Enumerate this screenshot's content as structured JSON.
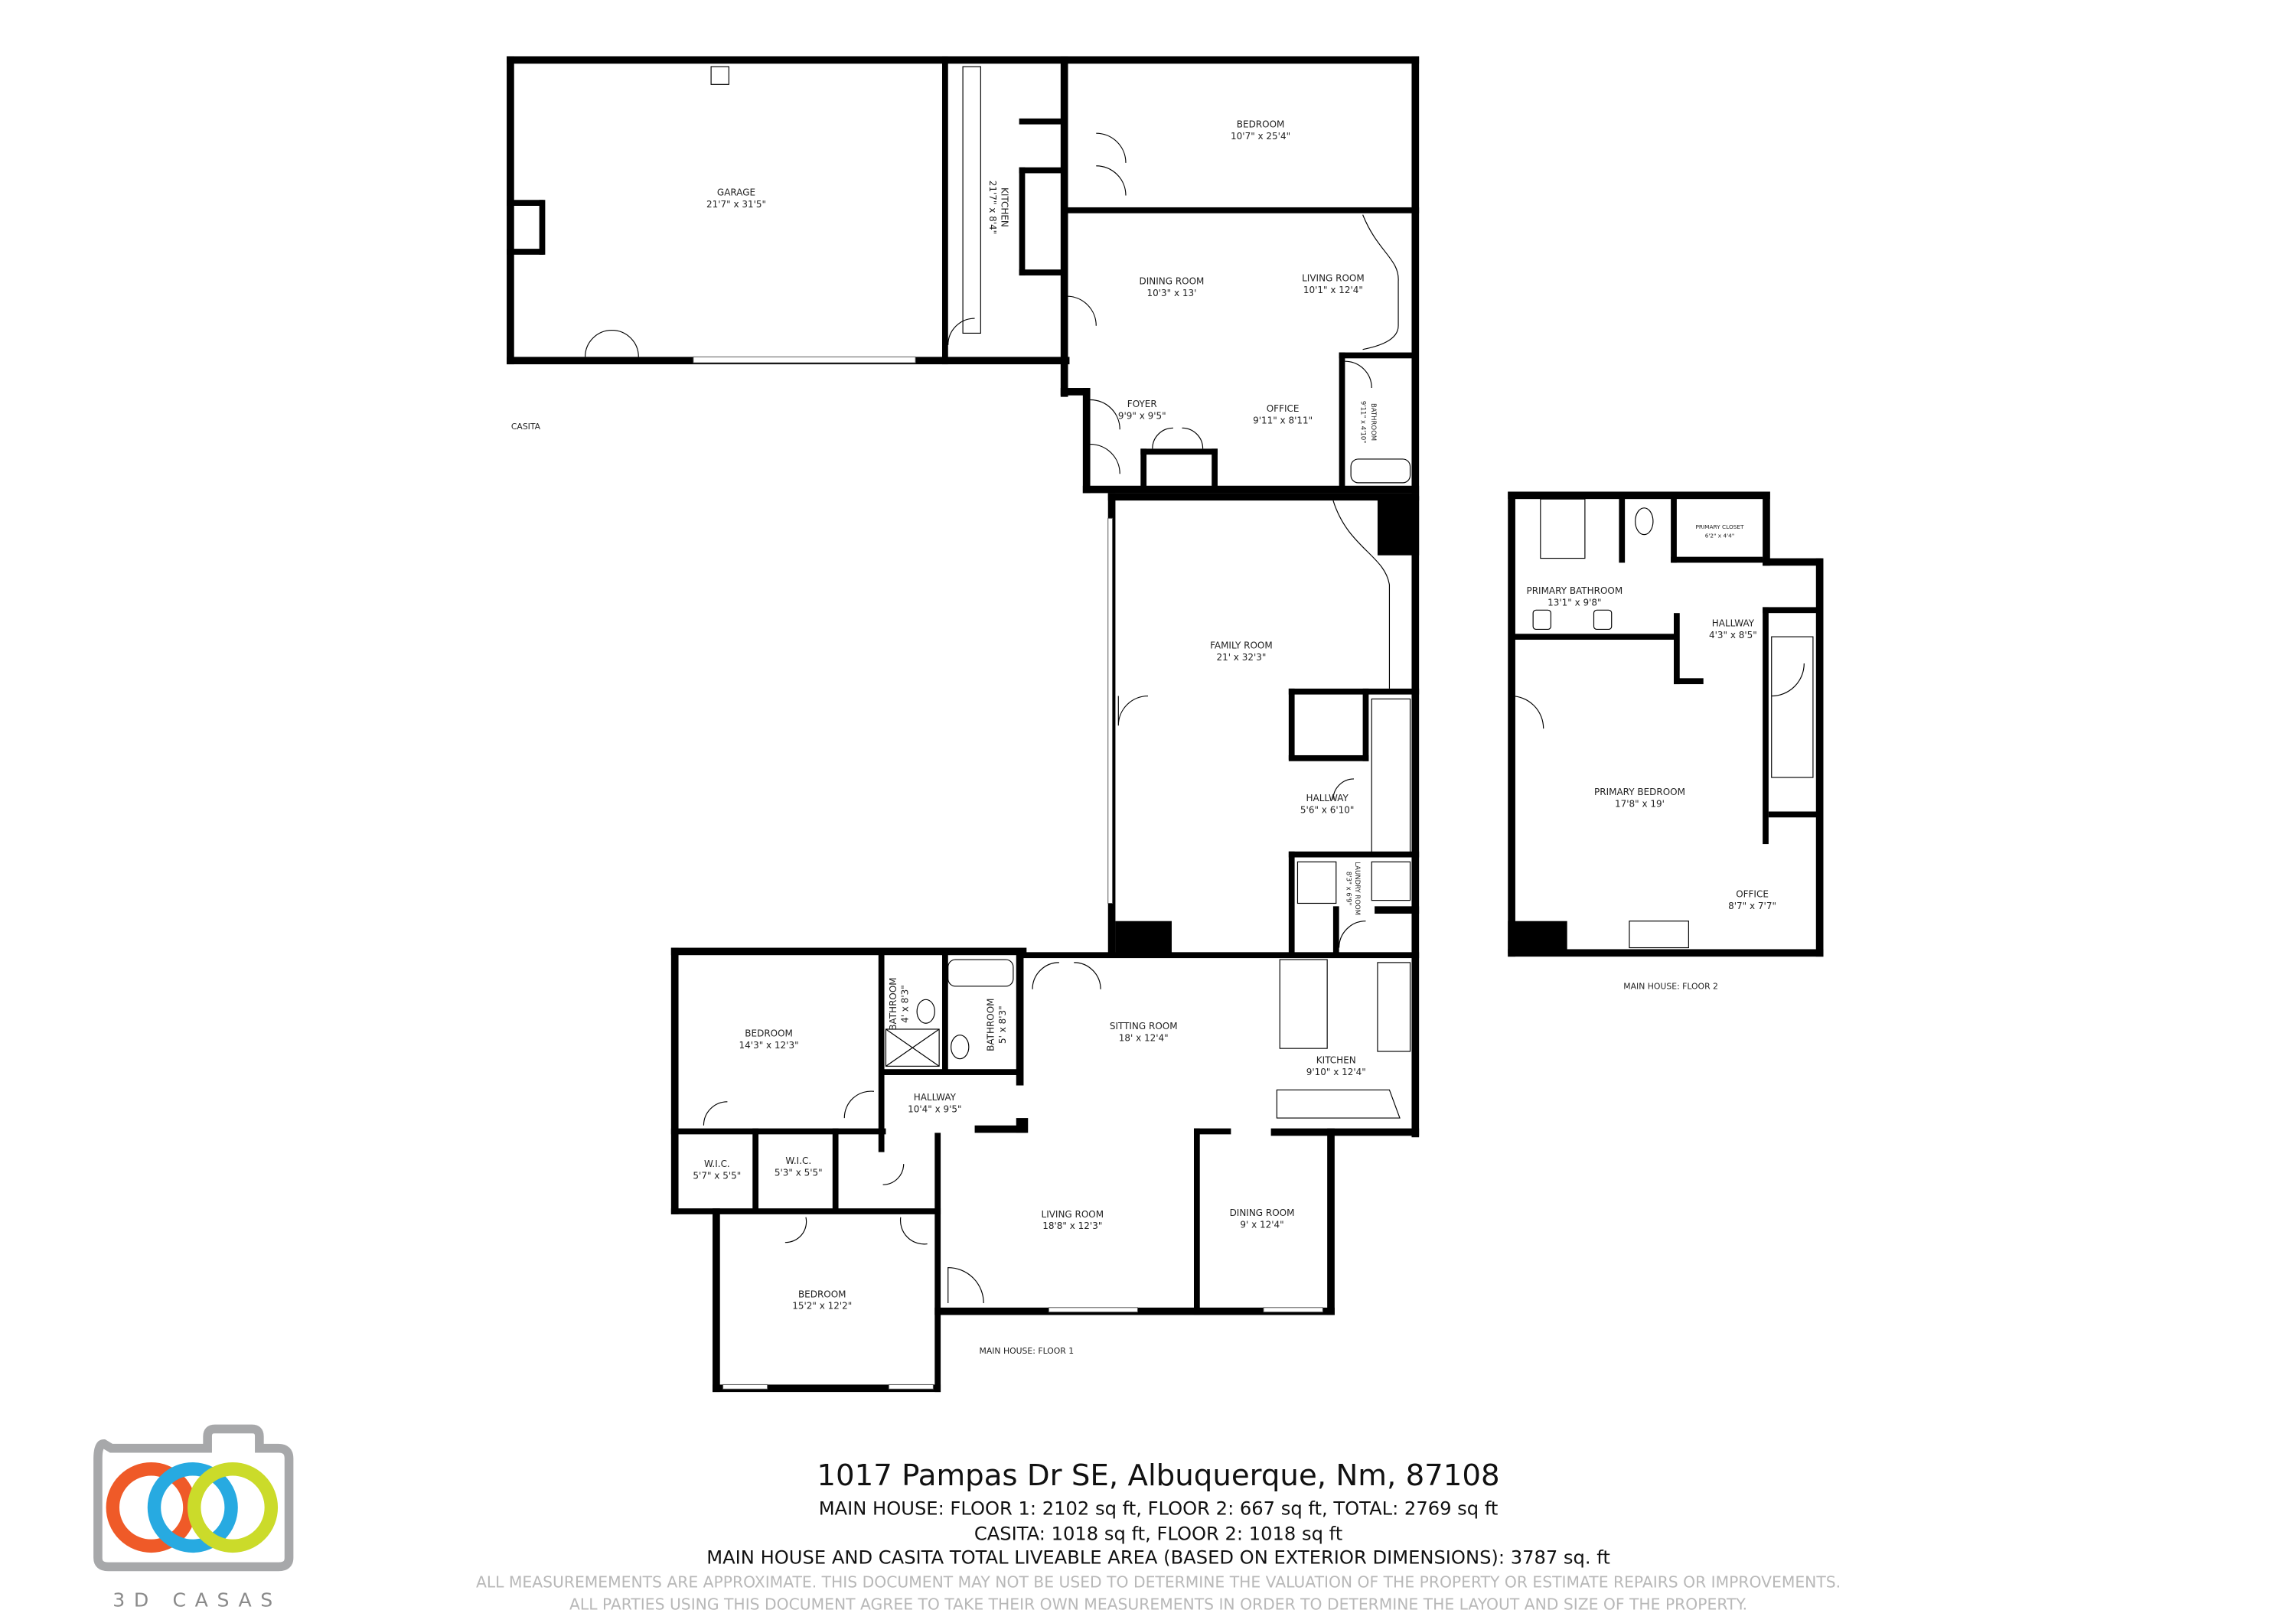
{
  "plan_labels": {
    "casita": "CASITA",
    "main_floor1": "MAIN HOUSE: FLOOR 1",
    "main_floor2": "MAIN HOUSE: FLOOR 2"
  },
  "rooms": [
    {
      "name": "GARAGE",
      "dims": "21'7\" x 31'5\""
    },
    {
      "name": "KITCHEN",
      "dims": "21'7\" x 8'4\""
    },
    {
      "name": "BEDROOM",
      "dims": "10'7\" x 25'4\""
    },
    {
      "name": "DINING ROOM",
      "dims": "10'3\" x 13'"
    },
    {
      "name": "LIVING ROOM",
      "dims": "10'1\" x 12'4\""
    },
    {
      "name": "FOYER",
      "dims": "9'9\" x 9'5\""
    },
    {
      "name": "OFFICE",
      "dims": "9'11\" x 8'11\""
    },
    {
      "name": "BATHROOM",
      "dims": "9'11\" x 4'10\""
    },
    {
      "name": "FAMILY ROOM",
      "dims": "21' x 32'3\""
    },
    {
      "name": "HALLWAY",
      "dims": "5'6\" x 6'10\""
    },
    {
      "name": "LAUNDRY ROOM",
      "dims": "8'3\" x 6'9\""
    },
    {
      "name": "BEDROOM",
      "dims": "14'3\" x 12'3\""
    },
    {
      "name": "BATHROOM",
      "dims": "4' x 8'3\""
    },
    {
      "name": "BATHROOM",
      "dims": "5' x 8'3\""
    },
    {
      "name": "SITTING ROOM",
      "dims": "18' x 12'4\""
    },
    {
      "name": "KITCHEN",
      "dims": "9'10\" x 12'4\""
    },
    {
      "name": "HALLWAY",
      "dims": "10'4\" x 9'5\""
    },
    {
      "name": "W.I.C.",
      "dims": "5'7\" x 5'5\""
    },
    {
      "name": "W.I.C.",
      "dims": "5'3\" x 5'5\""
    },
    {
      "name": "LIVING ROOM",
      "dims": "18'8\" x 12'3\""
    },
    {
      "name": "DINING ROOM",
      "dims": "9' x 12'4\""
    },
    {
      "name": "BEDROOM",
      "dims": "15'2\" x 12'2\""
    },
    {
      "name": "PRIMARY CLOSET",
      "dims": "6'2\" x 4'4\""
    },
    {
      "name": "PRIMARY BATHROOM",
      "dims": "13'1\" x 9'8\""
    },
    {
      "name": "HALLWAY",
      "dims": "4'3\" x 8'5\""
    },
    {
      "name": "PRIMARY BEDROOM",
      "dims": "17'8\" x 19'"
    },
    {
      "name": "OFFICE",
      "dims": "8'7\" x 7'7\""
    }
  ],
  "footer": {
    "address": "1017 Pampas Dr SE, Albuquerque, Nm, 87108",
    "main_house_area": "MAIN HOUSE: FLOOR 1: 2102 sq ft, FLOOR 2: 667 sq ft, TOTAL: 2769 sq ft",
    "casita_area": "CASITA: 1018 sq ft, FLOOR 2: 1018 sq ft",
    "total_area": "MAIN HOUSE AND CASITA TOTAL LIVEABLE AREA (BASED ON EXTERIOR DIMENSIONS): 3787 sq. ft",
    "disclaimer_1": "ALL MEASUREMEMENTS ARE APPROXIMATE. THIS DOCUMENT MAY NOT BE USED TO DETERMINE THE VALUATION OF THE PROPERTY OR ESTIMATE REPAIRS OR IMPROVEMENTS.",
    "disclaimer_2": "ALL PARTIES USING THIS DOCUMENT AGREE TO TAKE THEIR OWN MEASUREMENTS IN ORDER TO DETERMINE THE LAYOUT AND SIZE OF THE PROPERTY."
  },
  "logo": {
    "brand": "3D CASAS",
    "colors": {
      "frame": "#a7a8aa",
      "ring_red": "#ef5a28",
      "ring_blue": "#27aae1",
      "ring_green": "#cbdb2a"
    }
  }
}
